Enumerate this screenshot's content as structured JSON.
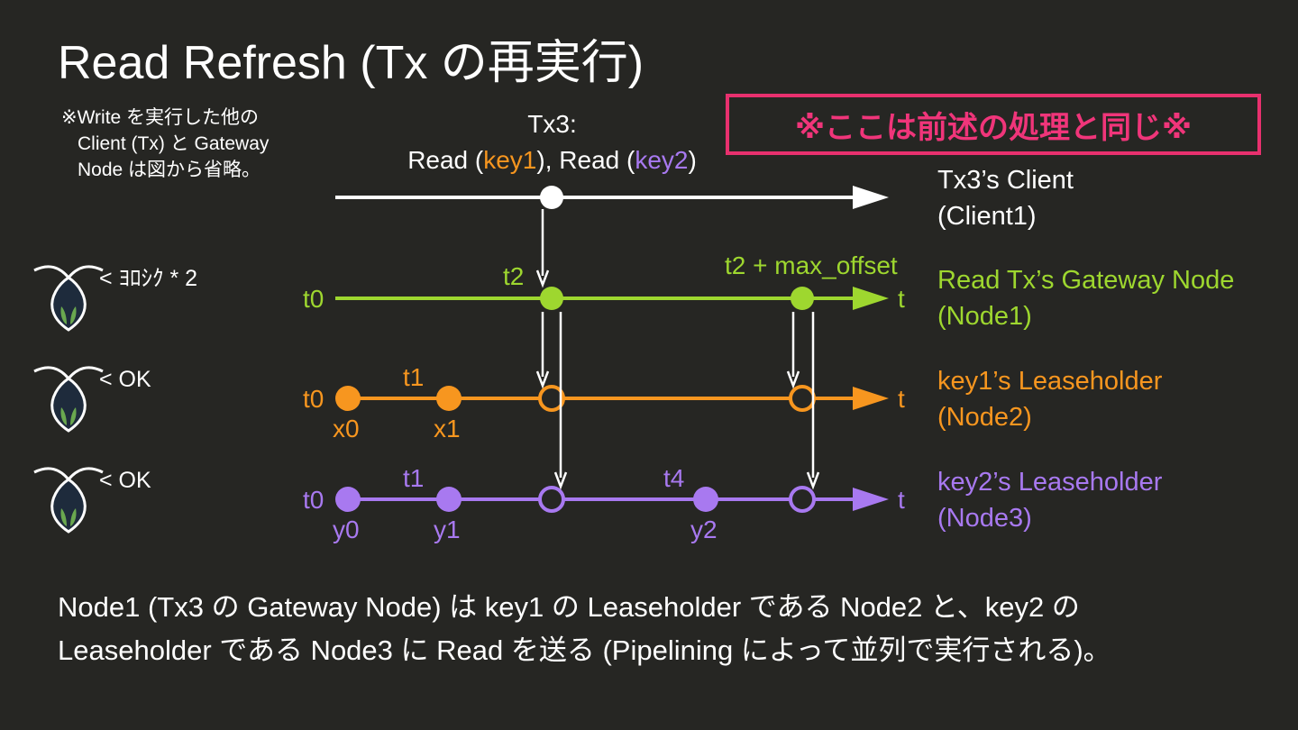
{
  "title": "Read Refresh (Tx の再実行)",
  "note": {
    "line1": "※Write を実行した他の",
    "line2": "Client (Tx) と Gateway",
    "line3": "Node は図から省略。"
  },
  "banner": "※ここは前述の処理と同じ※",
  "tx3": {
    "line1": "Tx3:",
    "read1": "Read (",
    "key1": "key1",
    "mid": "), Read (",
    "key2": "key2",
    "end": ")"
  },
  "rows": {
    "client": {
      "label1": "Tx3’s Client",
      "label2": "(Client1)"
    },
    "node1": {
      "start": "t0",
      "t2": "t2",
      "t2max": "t2 + max_offset",
      "end": "t",
      "label1": "Read Tx’s Gateway Node",
      "label2": "(Node1)"
    },
    "node2": {
      "start": "t0",
      "t1": "t1",
      "x0": "x0",
      "x1": "x1",
      "end": "t",
      "label1": "key1’s Leaseholder",
      "label2": "(Node2)"
    },
    "node3": {
      "start": "t0",
      "t1": "t1",
      "t4": "t4",
      "y0": "y0",
      "y1": "y1",
      "y2": "y2",
      "end": "t",
      "label1": "key2’s Leaseholder",
      "label2": "(Node3)"
    }
  },
  "speech": {
    "a": "< ﾖﾛｼｸ * 2",
    "b": "< OK",
    "c": "< OK"
  },
  "footer": {
    "line1": "Node1 (Tx3 の Gateway Node) は key1 の Leaseholder である Node2 と、key2 の",
    "line2": "Leaseholder である Node3 に Read を送る (Pipelining によって並列で実行される)。"
  },
  "colors": {
    "background": "#262623",
    "client": "#ffffff",
    "node1": "#9ed72f",
    "node2": "#f7961f",
    "node3": "#a879f0",
    "banner": "#e8306e"
  }
}
